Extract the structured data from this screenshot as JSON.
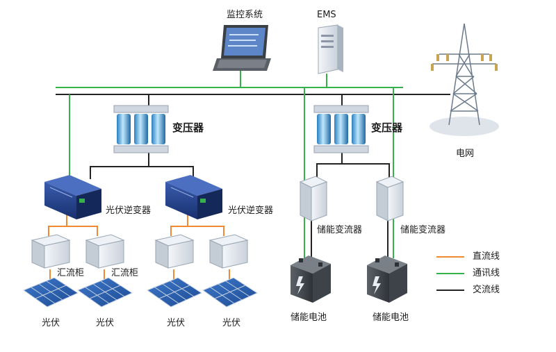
{
  "labels": {
    "monitor": "监控系统",
    "ems": "EMS",
    "grid": "电网",
    "transformer_left": "变压器",
    "transformer_right": "变压器",
    "inverter_a": "光伏逆变器",
    "inverter_b": "光伏逆变器",
    "combiner_1": "汇流柜",
    "combiner_2": "汇流柜",
    "pv_1": "光伏",
    "pv_2": "光伏",
    "pv_3": "光伏",
    "pv_4": "光伏",
    "pcs_1": "储能变流器",
    "pcs_2": "储能变流器",
    "battery_1": "储能电池",
    "battery_2": "储能电池"
  },
  "legend": [
    {
      "label": "直流线",
      "color": "#f08a34"
    },
    {
      "label": "通讯线",
      "color": "#35b24a"
    },
    {
      "label": "交流线",
      "color": "#222222"
    }
  ],
  "colors": {
    "dc_line": "#f08a34",
    "comm_line": "#35b24a",
    "ac_line": "#222222",
    "device_blue": "#1f3f8a",
    "cabinet_grey": "#dde3ea"
  }
}
